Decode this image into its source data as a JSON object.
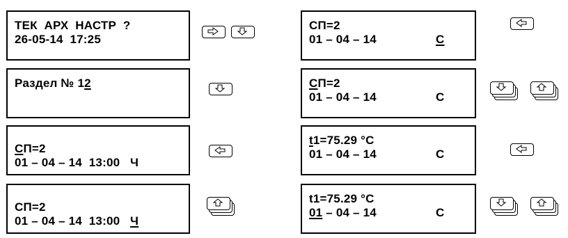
{
  "left": {
    "s1": {
      "r1": "ТЕК  АРХ  НАСТР  ?",
      "r2": "26-05-14  17:25"
    },
    "s2": {
      "r1a": "Раздел № 1",
      "r1b": "2"
    },
    "s3": {
      "r1a": "С",
      "r1b": "П=2",
      "r2": "01 – 04 – 14  13:00   Ч"
    },
    "s4": {
      "r1": "СП=2",
      "r2a": "01 – 04 – 14  13:00   ",
      "r2b": "Ч"
    }
  },
  "right": {
    "s1": {
      "r1": "СП=2",
      "r2a": "01 – 04 – 14",
      "r2b": "С"
    },
    "s2": {
      "r1a": "С",
      "r1b": "П=2",
      "r2a": "01 – 04 – 14",
      "r2b": "С"
    },
    "s3": {
      "r1a": "t",
      "r1b": "1=75.29 °С",
      "r2a": "01 – 04 – 14",
      "r2b": "С"
    },
    "s4": {
      "r1": "t1=75.29 °С",
      "r2a": "01",
      "r2b": " – 04 – 14",
      "r2c": "С"
    }
  },
  "icons": {
    "right_arrow": "arrow-right-icon",
    "down_arrow": "arrow-down-icon",
    "left_arrow": "arrow-left-icon",
    "up_arrow": "arrow-up-icon"
  }
}
